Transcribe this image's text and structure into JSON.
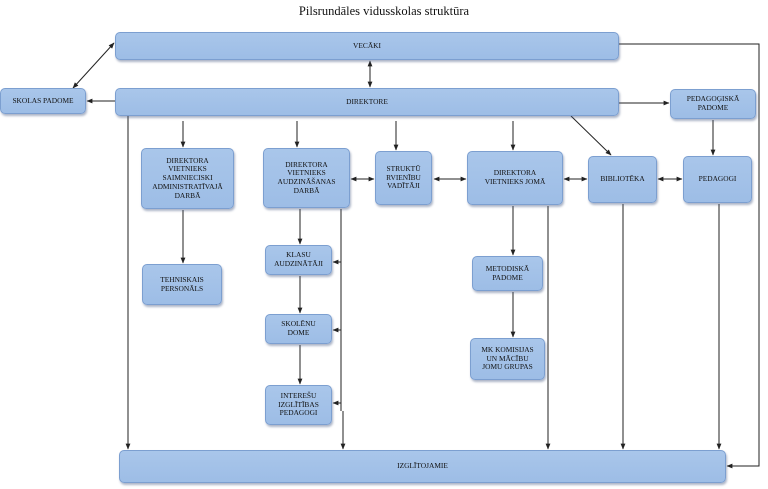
{
  "title": "Pilsrundāles vidusskolas struktūra",
  "nodes": {
    "vecaki": "VECĀKI",
    "skolas_padome": "SKOLAS PADOME",
    "direktore": "DIREKTORE",
    "pedagogiska_padome": "PEDAGOĢISKĀ\nPADOME",
    "dv_saimnieciski": "DIREKTORA\nVIETNIEKS\nSAIMNIECISKI\nADMINISTRATĪVAJĀ\nDARBĀ",
    "dv_audzinasanas": "DIREKTORA\nVIETNIEKS\nAUDZINĀŠANAS\nDARBĀ",
    "strukturvienibu": "STRUKTŪ\nRVIENĪBU\nVADĪTĀJI",
    "dv_joma": "DIREKTORA\nVIETNIEKS JOMĀ",
    "biblioteka": "BIBLIOTĒKA",
    "pedagogi": "PEDAGOGI",
    "tehniskais": "TEHNISKAIS\nPERSONĀLS",
    "klasu": "KLASU\nAUDZINĀTĀJI",
    "skolenu": "SKOLĒNU\nDOME",
    "intereshu": "INTEREŠU\nIZGLĪTĪBAS\nPEDAGOGI",
    "metodiska": "METODISKĀ\nPADOME",
    "mk_komisijas": "MK KOMISIJAS\nUN MĀCĪBU\nJOMU GRUPAS",
    "izglitojamie": "IZGLĪTOJAMIE"
  },
  "colors": {
    "box_fill": "#a9c6ea",
    "box_border": "#7c9fd0",
    "connector": "#222222"
  }
}
